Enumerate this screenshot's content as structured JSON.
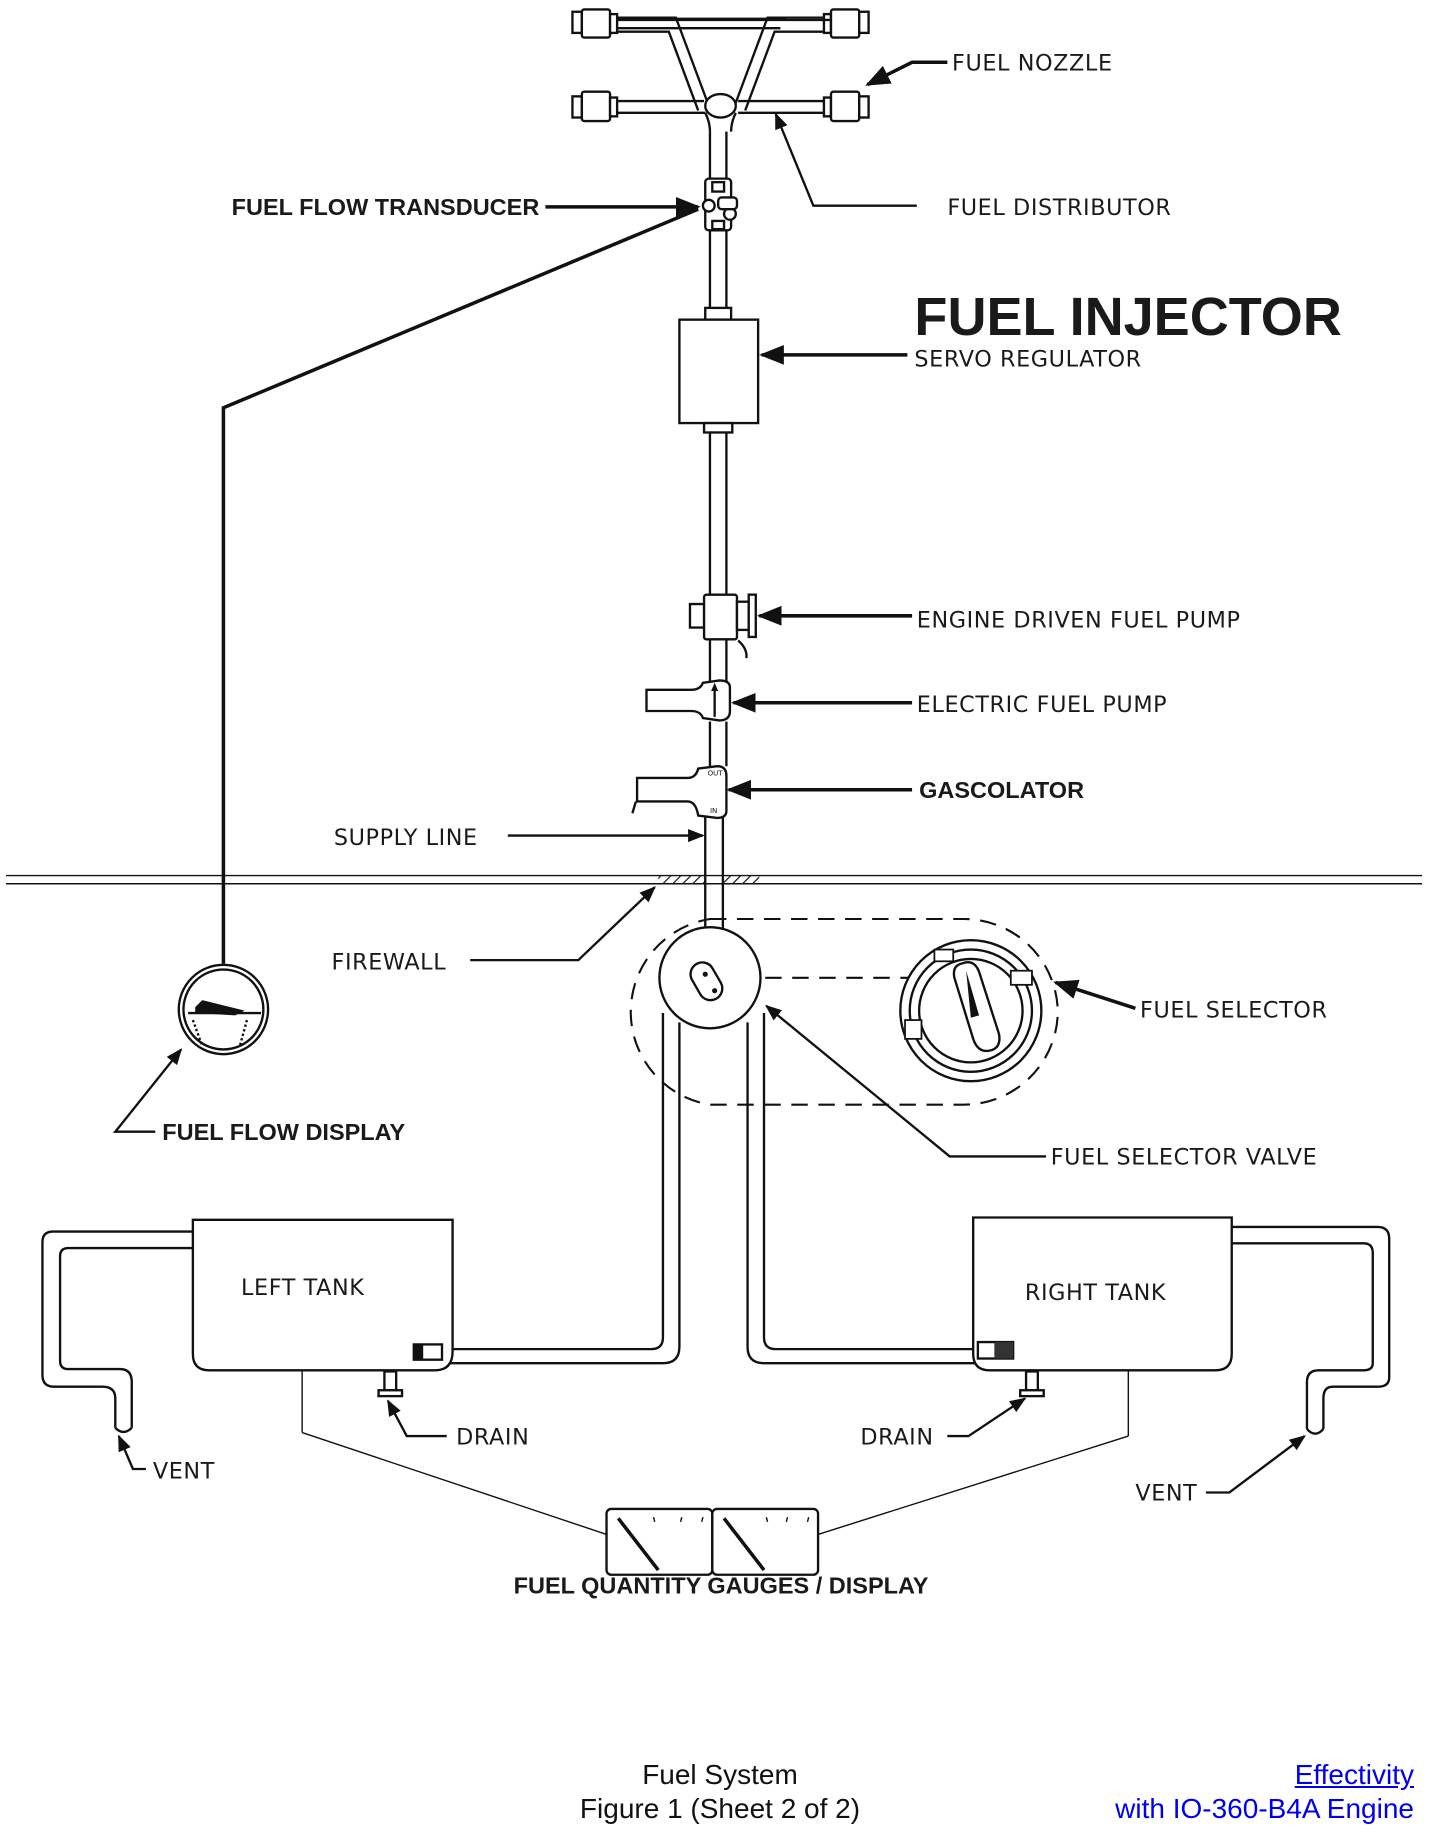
{
  "diagram": {
    "title": "FUEL INJECTOR",
    "labels": {
      "fuel_nozzle": "FUEL NOZZLE",
      "fuel_distributor": "FUEL DISTRIBUTOR",
      "fuel_flow_transducer": "FUEL FLOW TRANSDUCER",
      "servo_regulator": "SERVO REGULATOR",
      "engine_driven_fuel_pump": "ENGINE DRIVEN FUEL PUMP",
      "electric_fuel_pump": "ELECTRIC FUEL PUMP",
      "gascolator": "GASCOLATOR",
      "supply_line": "SUPPLY LINE",
      "firewall": "FIREWALL",
      "fuel_selector": "FUEL SELECTOR",
      "fuel_flow_display": "FUEL FLOW DISPLAY",
      "fuel_selector_valve": "FUEL SELECTOR VALVE",
      "left_tank": "LEFT TANK",
      "right_tank": "RIGHT TANK",
      "drain_left": "DRAIN",
      "drain_right": "DRAIN",
      "vent_left": "VENT",
      "vent_right": "VENT",
      "fuel_quantity_gauges": "FUEL QUANTITY GAUGES / DISPLAY",
      "gascolator_out": "OUT",
      "gascolator_in": "IN"
    }
  },
  "footer": {
    "caption_line1": "Fuel System",
    "caption_line2": "Figure 1 (Sheet 2 of 2)",
    "effectivity_link": "Effectivity",
    "effectivity_text": "with IO-360-B4A Engine"
  }
}
